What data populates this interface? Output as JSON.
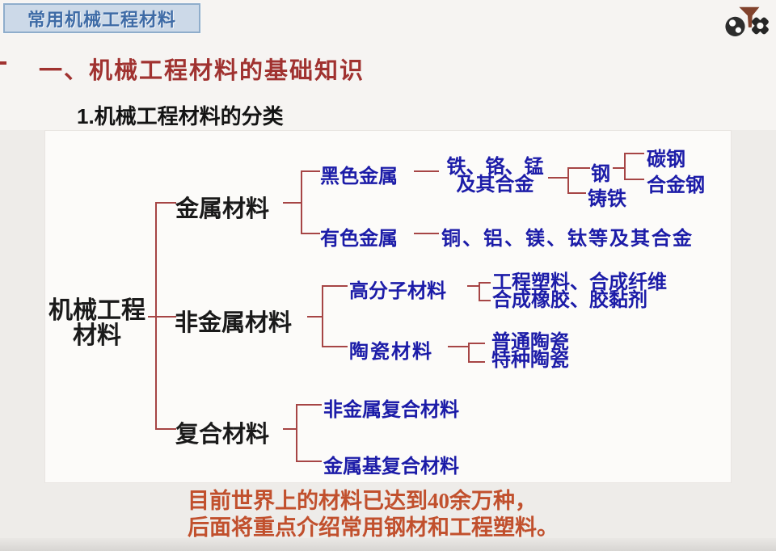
{
  "header": {
    "title_box": "常用机械工程材料",
    "heading": "一、机械工程材料的基础知识",
    "subheading": "1.机械工程材料的分类"
  },
  "tree": {
    "root_line1": "机械工程",
    "root_line2": "材料",
    "metal": "金属材料",
    "nonmetal": "非金属材料",
    "composite": "复合材料",
    "ferrous": "黑色金属",
    "nonferrous": "有色金属",
    "ferrous_detail_line1": "铁、铬、锰",
    "ferrous_detail_line2": "及其合金",
    "steel": "钢",
    "cast_iron": "铸铁",
    "carbon_steel": "碳钢",
    "alloy_steel": "合金钢",
    "nonferrous_detail": "铜、铝、镁、钛等及其合金",
    "polymer": "高分子材料",
    "polymer_detail_line1": "工程塑料、合成纤维",
    "polymer_detail_line2": "合成橡胶、胶黏剂",
    "ceramic": "陶瓷材料",
    "ceramic_detail_line1": "普通陶瓷",
    "ceramic_detail_line2": "特种陶瓷",
    "nonmetal_composite": "非金属复合材料",
    "metal_matrix_composite": "金属基复合材料"
  },
  "footer": {
    "line1": "目前世界上的材料已达到40余万种，",
    "line2": "后面将重点介绍常用钢材和工程塑料。"
  },
  "icons": {
    "logo": "gears-and-tool-logo"
  },
  "colors": {
    "connector": "#a64545",
    "node_blue": "#1c1ca8",
    "heading_red": "#a03230",
    "footer_red": "#c1502d",
    "title_blue": "#3e6ba6",
    "title_box_bg": "#ccd9e8"
  }
}
